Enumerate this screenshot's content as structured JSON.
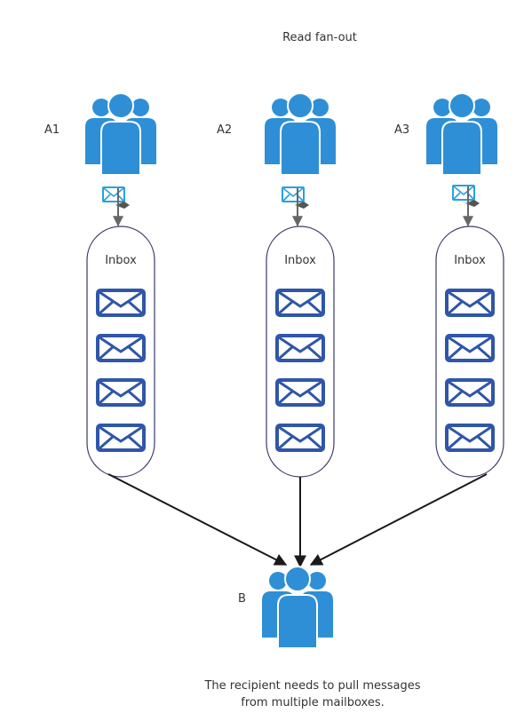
{
  "title": "Read fan-out",
  "senders": [
    {
      "label": "A1",
      "inbox_label": "Inbox"
    },
    {
      "label": "A2",
      "inbox_label": "Inbox"
    },
    {
      "label": "A3",
      "inbox_label": "Inbox"
    }
  ],
  "recipient": {
    "label": "B"
  },
  "caption": {
    "line1": "The recipient needs to pull messages",
    "line2": "from multiple mailboxes."
  },
  "colors": {
    "people": "#2e8fd6",
    "envelope": "#2f56a8",
    "arrow": "#1a1a1a",
    "inbox_border": "#3a3a6a",
    "small_envelope": "#2aa0e0"
  },
  "icons": {
    "people": "user-group-icon",
    "envelope": "envelope-icon",
    "send_mail": "send-mail-icon"
  }
}
